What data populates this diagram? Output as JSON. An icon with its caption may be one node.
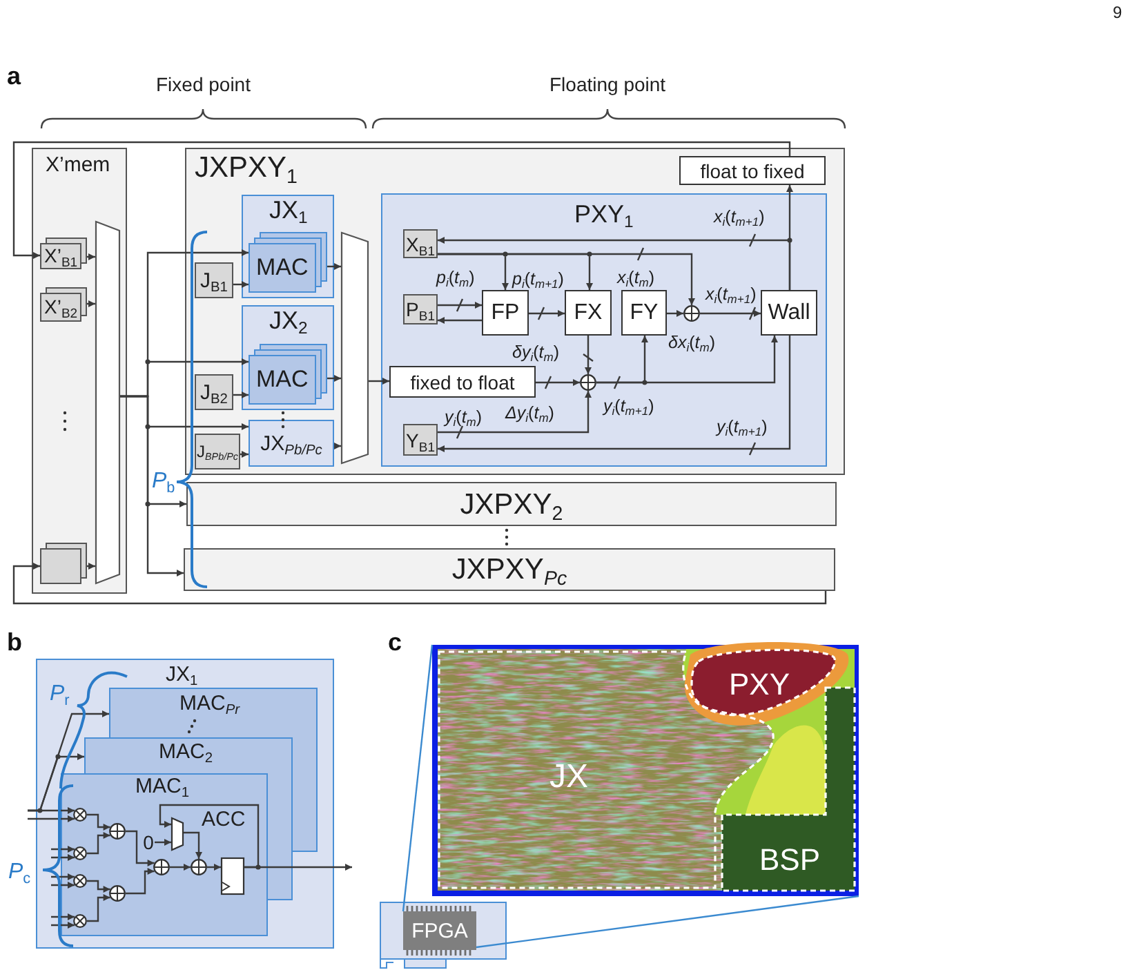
{
  "diagram": {
    "nodes": [
      {
        "text": [
          "X’mem"
        ]
      },
      {
        "text": [
          "X’$_{B1}$"
        ],
        "in": 0
      },
      {
        "text": [
          "X’$_{B2}$"
        ],
        "in": 0
      },
      {
        "text": [],
        "shape": "box",
        "in": 0
      },
      {
        "text": [],
        "shape": "trapezoid",
        "in": 0
      },
      {
        "text": [
          "JXPXY$_{1}$"
        ]
      },
      {
        "text": [
          "JX$_{1}$"
        ],
        "in": 5
      },
      {
        "text": [
          "MAC"
        ],
        "in": 6
      },
      {
        "text": [
          "J$_{B1}$"
        ],
        "in": 5
      },
      {
        "text": [
          "JX$_{2}$"
        ],
        "in": 5
      },
      {
        "text": [
          "MAC"
        ],
        "in": 9
      },
      {
        "text": [
          "J$_{B2}$"
        ],
        "in": 5
      },
      {
        "text": [
          "JX$_{Pb/Pc}$"
        ],
        "in": 5
      },
      {
        "text": [
          "J$_{BPb/Pc}$"
        ],
        "in": 5
      },
      {
        "text": [],
        "shape": "trapezoid",
        "in": 5
      },
      {
        "text": [
          "float to fixed"
        ],
        "in": 5
      },
      {
        "text": [
          "PXY$_{1}$"
        ],
        "in": 5
      },
      {
        "text": [
          "X$_{B1}$"
        ],
        "in": 16
      },
      {
        "text": [
          "P$_{B1}$"
        ],
        "in": 16
      },
      {
        "text": [
          "FP"
        ],
        "in": 16
      },
      {
        "text": [
          "FX"
        ],
        "in": 16
      },
      {
        "text": [
          "FY"
        ],
        "in": 16
      },
      {
        "text": [],
        "shape": "circle",
        "in": 16
      },
      {
        "text": [
          "Wall"
        ],
        "in": 16
      },
      {
        "text": [
          "fixed to float"
        ],
        "in": 16
      },
      {
        "text": [],
        "shape": "circle",
        "in": 16
      },
      {
        "text": [
          "Y$_{B1}$"
        ],
        "in": 16
      },
      {
        "text": [
          "JXPXY$_{2}$"
        ]
      },
      {
        "text": [
          "JXPXY$_{Pc}$"
        ]
      },
      {
        "text": [
          "JX$_{1}$"
        ]
      },
      {
        "text": [
          "MAC$_{Pr}$"
        ],
        "in": 29
      },
      {
        "text": [
          "MAC$_{2}$"
        ],
        "in": 29
      },
      {
        "text": [
          "MAC$_{1}$"
        ],
        "in": 29
      },
      {
        "text": [],
        "shape": "circle",
        "in": 32
      },
      {
        "text": [],
        "shape": "circle",
        "in": 32
      },
      {
        "text": [],
        "shape": "circle",
        "in": 32
      },
      {
        "text": [],
        "shape": "circle",
        "in": 32
      },
      {
        "text": [],
        "shape": "circle",
        "in": 32
      },
      {
        "text": [],
        "shape": "circle",
        "in": 32
      },
      {
        "text": [],
        "shape": "circle",
        "in": 32
      },
      {
        "text": [
          "0"
        ],
        "in": 32
      },
      {
        "text": [],
        "shape": "trapezoid",
        "in": 32
      },
      {
        "text": [],
        "shape": "circle",
        "in": 32
      },
      {
        "text": [],
        "shape": "box",
        "in": 32
      },
      {
        "text": [
          "FPGA"
        ]
      },
      {
        "text": [],
        "shape": "picture"
      },
      {
        "text": [
          "JX"
        ],
        "in": 45
      },
      {
        "text": [
          "PXY"
        ],
        "in": 45
      },
      {
        "text": [
          "BSP"
        ],
        "in": 45
      }
    ],
    "edges": [
      {
        "from": 1,
        "to": 4,
        "arrow": "to"
      },
      {
        "from": 2,
        "to": 4,
        "arrow": "to"
      },
      {
        "from": 3,
        "to": 4,
        "arrow": "to"
      },
      {
        "from": 4,
        "to": 7,
        "arrow": "to"
      },
      {
        "from": 4,
        "to": 10,
        "arrow": "to"
      },
      {
        "from": 4,
        "to": 12,
        "arrow": "to"
      },
      {
        "from": 4,
        "to": 27,
        "arrow": "to"
      },
      {
        "from": 4,
        "to": 28,
        "arrow": "to"
      },
      {
        "from": 8,
        "to": 7,
        "arrow": "to"
      },
      {
        "from": 11,
        "to": 10,
        "arrow": "to"
      },
      {
        "from": 13,
        "to": 12,
        "arrow": "to"
      },
      {
        "from": 7,
        "to": 14,
        "arrow": "to"
      },
      {
        "from": 10,
        "to": 14,
        "arrow": "to"
      },
      {
        "from": 12,
        "to": 14,
        "arrow": "to"
      },
      {
        "from": 14,
        "to": 24,
        "arrow": "to"
      },
      {
        "from": 17,
        "to": 19,
        "arrow": "to"
      },
      {
        "from": 17,
        "to": 20,
        "arrow": "to"
      },
      {
        "from": 17,
        "to": 22,
        "arrow": "to",
        "label": "*x*$_{i}$(*t*$_{m}$)"
      },
      {
        "from": 18,
        "to": 19,
        "arrow": "to",
        "label": "*p*$_{i}$(*t*$_{m}$)"
      },
      {
        "from": 19,
        "to": 18,
        "arrow": "to"
      },
      {
        "from": 19,
        "to": 20,
        "arrow": "to",
        "label": "*p*$_{i}$(*t*$_{m+1}$)"
      },
      {
        "from": 21,
        "to": 22,
        "arrow": "to",
        "label": "*δx*$_{i}$(*t*$_{m}$)"
      },
      {
        "from": 22,
        "to": 23,
        "arrow": "to",
        "label": "*x*$_{i}$(*t*$_{m+1}$)"
      },
      {
        "from": 23,
        "to": 15,
        "arrow": "to"
      },
      {
        "from": 23,
        "to": 17,
        "arrow": "to",
        "label": "*x*$_{i}$(*t*$_{m+1}$)"
      },
      {
        "from": 15,
        "to": 1,
        "arrow": "to"
      },
      {
        "from": 20,
        "to": 25,
        "arrow": "to",
        "label": "*δy*$_{i}$(*t*$_{m}$)"
      },
      {
        "from": 24,
        "to": 25,
        "arrow": "to",
        "label": "*Δy*$_{i}$(*t*$_{m}$)"
      },
      {
        "from": 26,
        "to": 25,
        "arrow": "to",
        "label": "*y*$_{i}$(*t*$_{m}$)"
      },
      {
        "from": 25,
        "to": 21,
        "arrow": "to"
      },
      {
        "from": 25,
        "to": 23,
        "arrow": "to",
        "label": "*y*$_{i}$(*t*$_{m+1}$)"
      },
      {
        "from": 23,
        "to": 26,
        "arrow": "to",
        "label": "*y*$_{i}$(*t*$_{m+1}$)"
      },
      {
        "from": 28,
        "to": 3,
        "arrow": "to"
      },
      {
        "from": null,
        "to": 33,
        "arrow": "to"
      },
      {
        "from": null,
        "to": 33,
        "arrow": "to"
      },
      {
        "from": null,
        "to": 34,
        "arrow": "to"
      },
      {
        "from": null,
        "to": 34,
        "arrow": "to"
      },
      {
        "from": null,
        "to": 35,
        "arrow": "to"
      },
      {
        "from": null,
        "to": 35,
        "arrow": "to"
      },
      {
        "from": null,
        "to": 36,
        "arrow": "to"
      },
      {
        "from": null,
        "to": 36,
        "arrow": "to"
      },
      {
        "from": null,
        "to": 31,
        "arrow": "to"
      },
      {
        "from": null,
        "to": 30,
        "arrow": "to"
      },
      {
        "from": 33,
        "to": 37,
        "arrow": "to"
      },
      {
        "from": 34,
        "to": 37,
        "arrow": "to"
      },
      {
        "from": 35,
        "to": 38,
        "arrow": "to"
      },
      {
        "from": 36,
        "to": 38,
        "arrow": "to"
      },
      {
        "from": 37,
        "to": 39,
        "arrow": "to"
      },
      {
        "from": 38,
        "to": 39,
        "arrow": "to"
      },
      {
        "from": 39,
        "to": 42,
        "arrow": "to"
      },
      {
        "from": 40,
        "to": 41,
        "arrow": "to"
      },
      {
        "from": 41,
        "to": 42,
        "arrow": "to"
      },
      {
        "from": 42,
        "to": 43,
        "arrow": "to"
      },
      {
        "from": 43,
        "to": 41,
        "arrow": "to"
      },
      {
        "from": 43,
        "to": null,
        "arrow": "to"
      },
      {
        "from": 44,
        "to": 45,
        "arrow": "none",
        "color": "#3b8ad0"
      },
      {
        "from": 44,
        "to": 45,
        "arrow": "none",
        "color": "#3b8ad0"
      }
    ],
    "labels": [
      "9",
      "a",
      "Fixed point",
      "Floating point",
      "*P*$_{b}$",
      "b",
      "c",
      "*P*$_{r}$",
      "ACC",
      "*P*$_{c}$"
    ]
  }
}
